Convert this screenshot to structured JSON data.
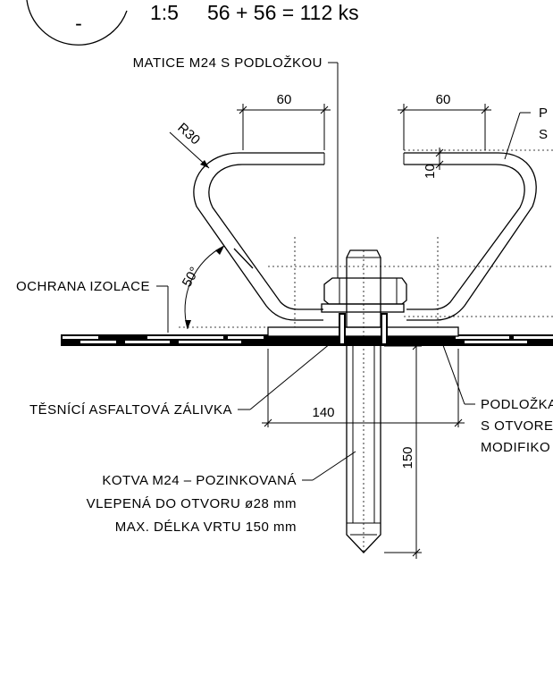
{
  "header": {
    "symbol": "-",
    "scale": "1:5",
    "quantity": "56 + 56 = 112 ks"
  },
  "labels": {
    "nut": "MATICE M24 S PODLOŽKOU",
    "right_part_1": "P",
    "right_part_2": "S",
    "insulation": "OCHRANA IZOLACE",
    "sealing": "TĚSNÍCÍ ASFALTOVÁ ZÁLIVKA",
    "washer_1": "PODLOŽKA",
    "washer_2": "S OTVORE",
    "washer_3": "MODIFIKO",
    "anchor_1": "KOTVA M24 – POZINKOVANÁ",
    "anchor_2": "VLEPENÁ DO OTVORU ø28 mm",
    "anchor_3": "MAX. DÉLKA VRTU 150 mm"
  },
  "dimensions": {
    "top_left": "60",
    "top_right": "60",
    "radius": "R30",
    "thickness": "10",
    "angle": "50°",
    "width": "140",
    "depth": "150"
  }
}
